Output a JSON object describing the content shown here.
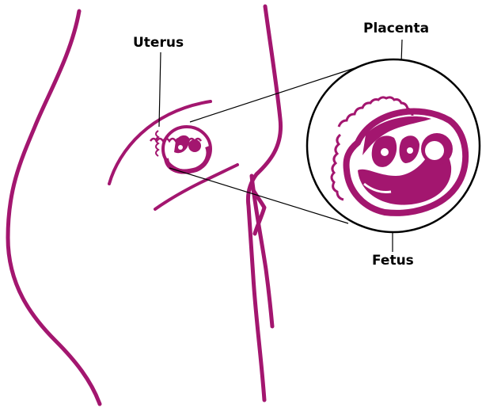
{
  "labels": {
    "uterus": "Uterus",
    "placenta": "Placenta",
    "fetus": "Fetus"
  },
  "colors": {
    "body": "#a3166f",
    "leader": "#000000",
    "background": "#ffffff"
  }
}
